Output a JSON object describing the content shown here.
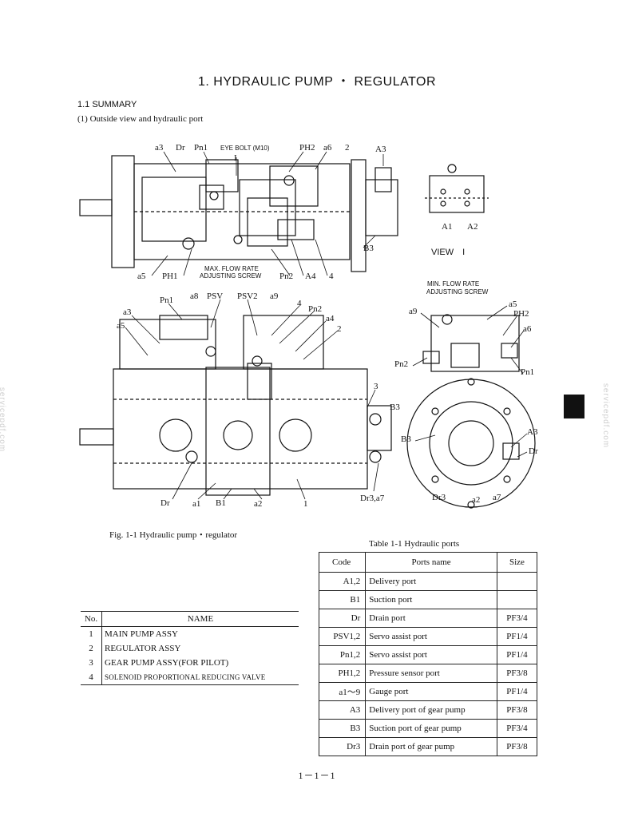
{
  "header": {
    "title": "1.  HYDRAULIC PUMP  ・ REGULATOR",
    "section": "1.1  SUMMARY",
    "subsection": "(1)  Outside view and hydraulic port"
  },
  "figure": {
    "caption": "Fig. 1-1   Hydraulic pump・regulator",
    "labels": {
      "a3_top": "a3",
      "dr_top": "Dr",
      "pn1_top": "Pn1",
      "eye_bolt": "EYE BOLT (M10)",
      "ph2_top": "PH2",
      "a6_top": "a6",
      "two_top": "2",
      "a3_cap": "A3",
      "one_top": "I",
      "a5_top": "a5",
      "ph1_top": "PH1",
      "max_flow": "MAX. FLOW RATE",
      "max_flow2": "ADJUSTING SCREW",
      "pn2_top": "Pn2",
      "a4_top": "A4",
      "four_top": "4",
      "b3_top": "B3",
      "a1_view": "A1",
      "a2_view": "A2",
      "view": "VIEW　I",
      "pn1_mid": "Pn1",
      "a8_mid": "a8",
      "psv_mid": "PSV",
      "psv2_mid": "PSV2",
      "a9_mid": "a9",
      "four_mid": "4",
      "pn2_mid": "Pn2",
      "a3_mid": "a3",
      "a4_mid": "a4",
      "a5_mid": "a5",
      "two_mid": "2",
      "three_mid": "3",
      "b3_mid": "B3",
      "dr_bot": "Dr",
      "a1_bot": "a1",
      "b1_bot": "B1",
      "a2_bot": "a2",
      "one_bot": "1",
      "dr3a7": "Dr3,a7",
      "min_flow": "MIN. FLOW RATE",
      "min_flow2": "ADJUSTING SCREW",
      "a9_r": "a9",
      "a5_r": "a5",
      "ph2_r": "PH2",
      "a6_r": "a6",
      "pn2_r": "Pn2",
      "pn1_r": "Pn1",
      "b3_r": "B3",
      "a3_r": "A3",
      "dr_r": "Dr",
      "dr3_r": "Dr3",
      "a2_r": "a2",
      "a7_r": "a7"
    }
  },
  "watermark": "servicepdf.com",
  "ports_table": {
    "caption": "Table 1-1   Hydraulic ports",
    "headers": [
      "Code",
      "Ports name",
      "Size"
    ],
    "rows": [
      [
        "A1,2",
        "Delivery port",
        ""
      ],
      [
        "B1",
        "Suction port",
        ""
      ],
      [
        "Dr",
        "Drain port",
        "PF3/4"
      ],
      [
        "PSV1,2",
        "Servo assist port",
        "PF1/4"
      ],
      [
        "Pn1,2",
        "Servo assist port",
        "PF1/4"
      ],
      [
        "PH1,2",
        "Pressure sensor port",
        "PF3/8"
      ],
      [
        "a1～9",
        "Gauge port",
        "PF1/4"
      ],
      [
        "A3",
        "Delivery port of gear pump",
        "PF3/8"
      ],
      [
        "B3",
        "Suction port of gear pump",
        "PF3/4"
      ],
      [
        "Dr3",
        "Drain port of gear pump",
        "PF3/8"
      ]
    ]
  },
  "names_table": {
    "headers": [
      "No.",
      "NAME"
    ],
    "rows": [
      [
        "1",
        "MAIN PUMP ASSY"
      ],
      [
        "2",
        "REGULATOR ASSY"
      ],
      [
        "3",
        "GEAR PUMP ASSY(FOR PILOT)"
      ],
      [
        "4",
        "SOLENOID PROPORTIONAL REDUCING VALVE"
      ]
    ]
  },
  "footer": {
    "page": "1－1－1"
  }
}
